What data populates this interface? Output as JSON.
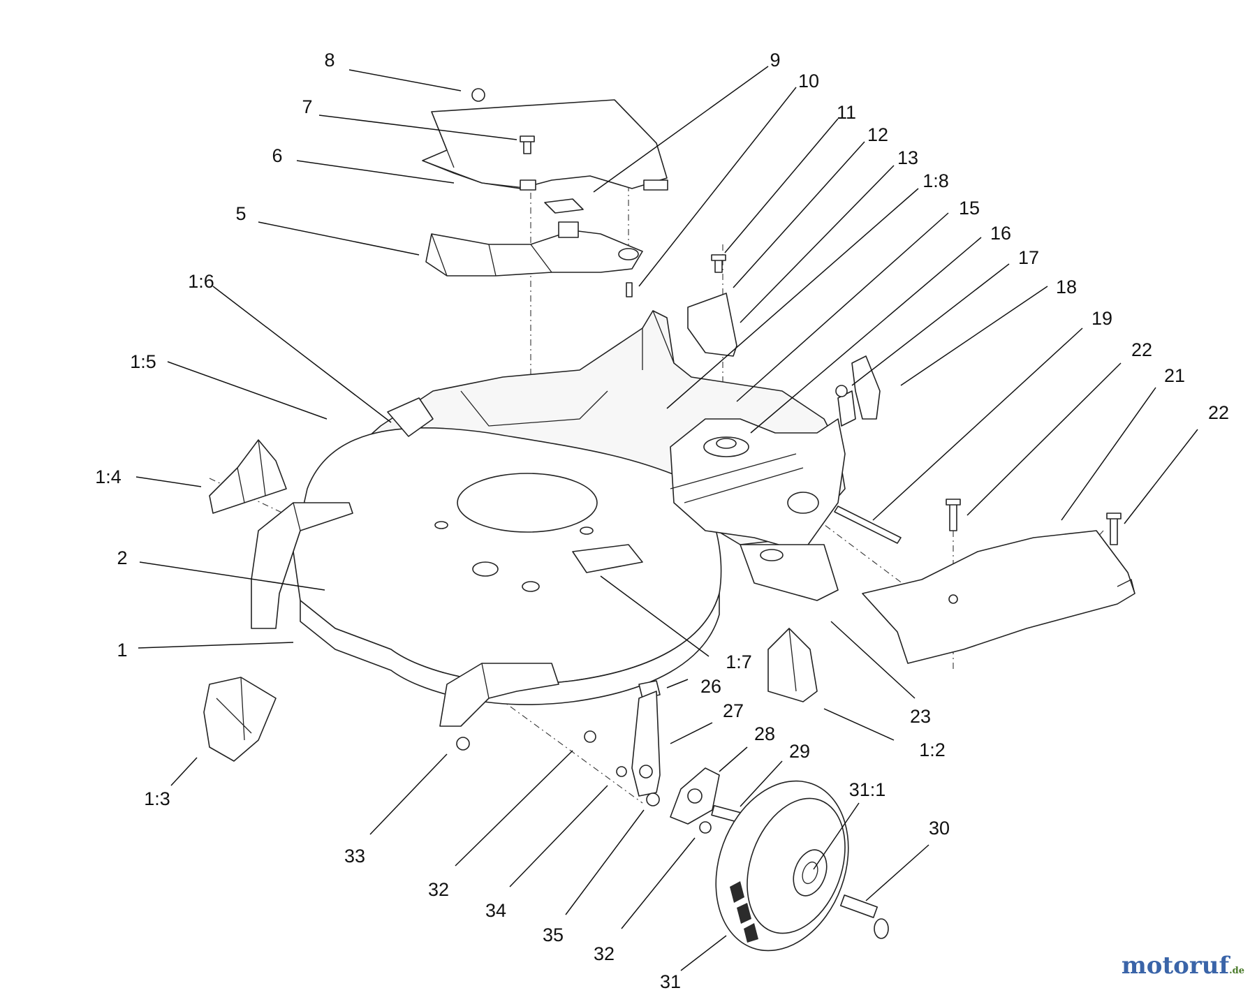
{
  "watermark": {
    "main": "motoruf",
    "tld": ".de"
  },
  "callouts": [
    {
      "id": "c8",
      "label": "8"
    },
    {
      "id": "c7",
      "label": "7"
    },
    {
      "id": "c6",
      "label": "6"
    },
    {
      "id": "c5",
      "label": "5"
    },
    {
      "id": "c9",
      "label": "9"
    },
    {
      "id": "c10",
      "label": "10"
    },
    {
      "id": "c11",
      "label": "11"
    },
    {
      "id": "c12",
      "label": "12"
    },
    {
      "id": "c13",
      "label": "13"
    },
    {
      "id": "c1_8",
      "label": "1:8"
    },
    {
      "id": "c15",
      "label": "15"
    },
    {
      "id": "c16",
      "label": "16"
    },
    {
      "id": "c17",
      "label": "17"
    },
    {
      "id": "c18",
      "label": "18"
    },
    {
      "id": "c19",
      "label": "19"
    },
    {
      "id": "c22a",
      "label": "22"
    },
    {
      "id": "c21",
      "label": "21"
    },
    {
      "id": "c22b",
      "label": "22"
    },
    {
      "id": "c1_6",
      "label": "1:6"
    },
    {
      "id": "c1_5",
      "label": "1:5"
    },
    {
      "id": "c1_4",
      "label": "1:4"
    },
    {
      "id": "c2",
      "label": "2"
    },
    {
      "id": "c1",
      "label": "1"
    },
    {
      "id": "c1_3",
      "label": "1:3"
    },
    {
      "id": "c1_7",
      "label": "1:7"
    },
    {
      "id": "c26",
      "label": "26"
    },
    {
      "id": "c27",
      "label": "27"
    },
    {
      "id": "c28",
      "label": "28"
    },
    {
      "id": "c29",
      "label": "29"
    },
    {
      "id": "c23",
      "label": "23"
    },
    {
      "id": "c1_2",
      "label": "1:2"
    },
    {
      "id": "c33",
      "label": "33"
    },
    {
      "id": "c32a",
      "label": "32"
    },
    {
      "id": "c34",
      "label": "34"
    },
    {
      "id": "c35",
      "label": "35"
    },
    {
      "id": "c32b",
      "label": "32"
    },
    {
      "id": "c31_1",
      "label": "31:1"
    },
    {
      "id": "c30",
      "label": "30"
    },
    {
      "id": "c31",
      "label": "31"
    }
  ]
}
